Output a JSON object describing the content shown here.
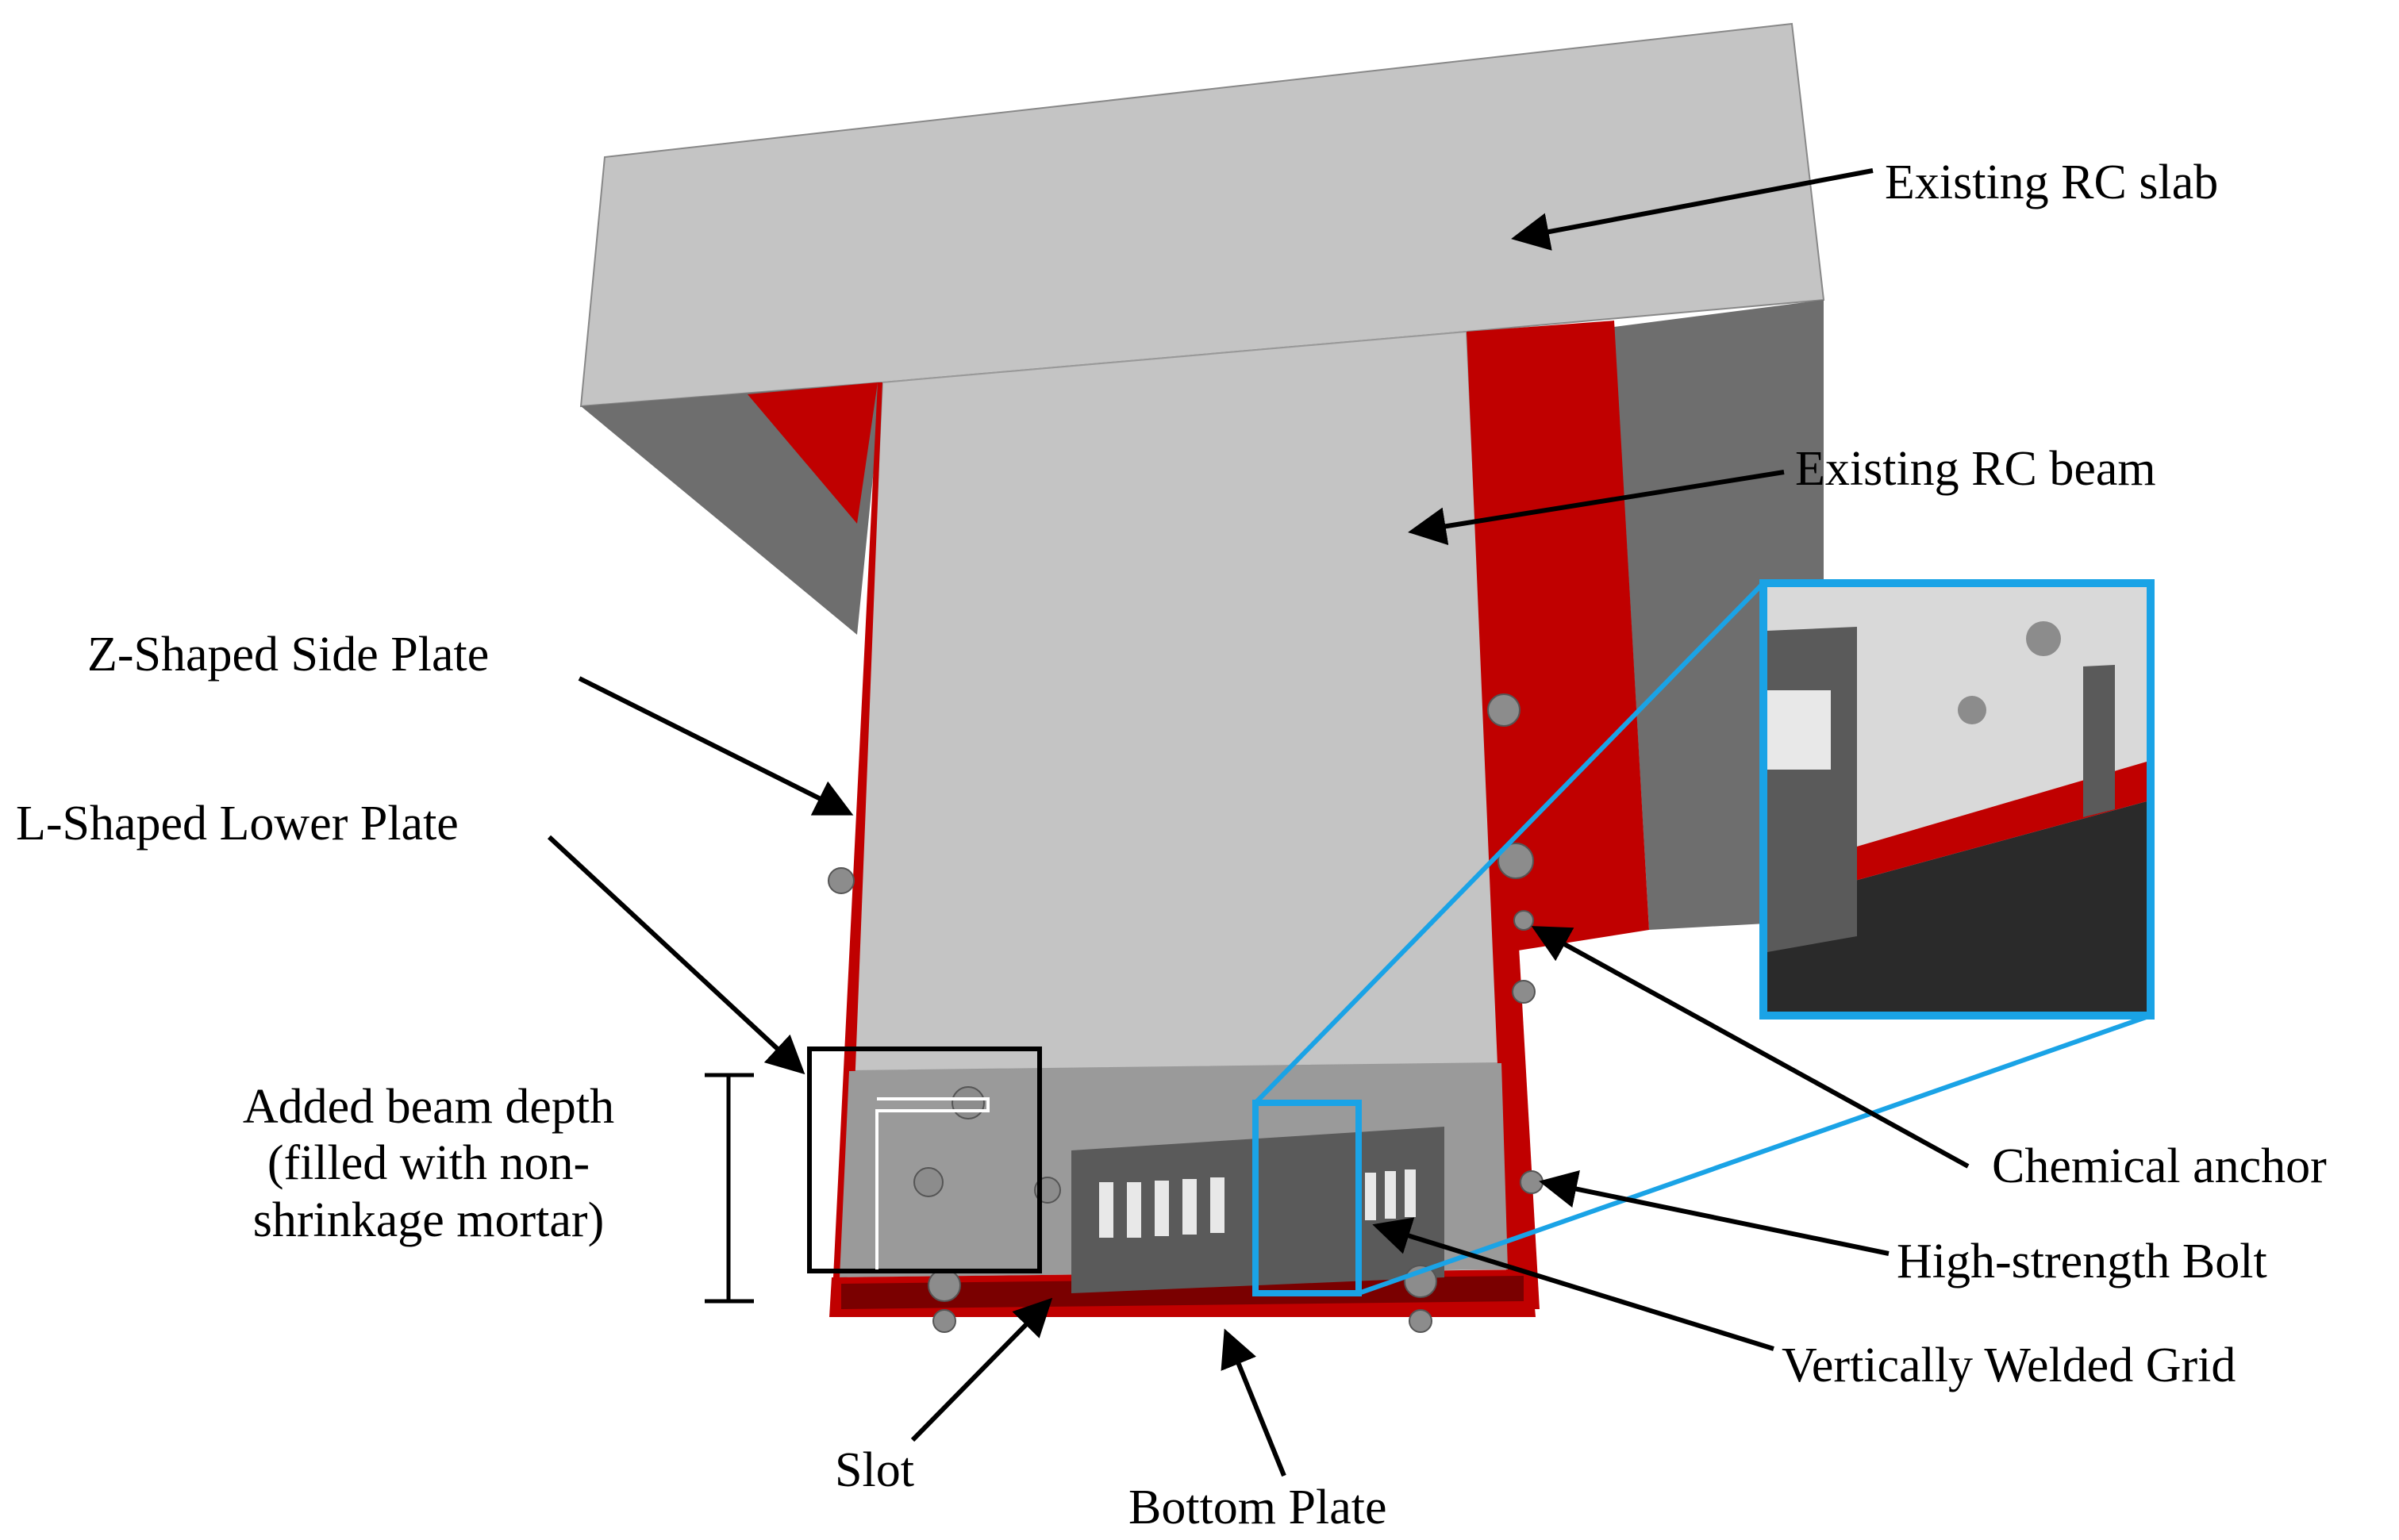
{
  "labels": {
    "existing_slab": "Existing RC slab",
    "existing_beam": "Existing RC beam",
    "z_side_plate": "Z-Shaped Side Plate",
    "l_lower_plate": "L-Shaped Lower Plate",
    "added_depth_line1": "Added beam depth",
    "added_depth_line2": "(filled with non-",
    "added_depth_line3": "shrinkage mortar)",
    "chemical_anchor": "Chemical anchor",
    "hs_bolt": "High-strength Bolt",
    "welded_grid": "Vertically Welded Grid",
    "slot": "Slot",
    "bottom_plate": "Bottom Plate"
  },
  "colors": {
    "concrete_face": "#c4c4c4",
    "concrete_side": "#6e6e6e",
    "steel_red": "#c00000",
    "dark_red": "#7a0000",
    "grid_gray": "#5a5a5a",
    "callout_blue": "#1aa3e6",
    "arrow": "#000000"
  }
}
